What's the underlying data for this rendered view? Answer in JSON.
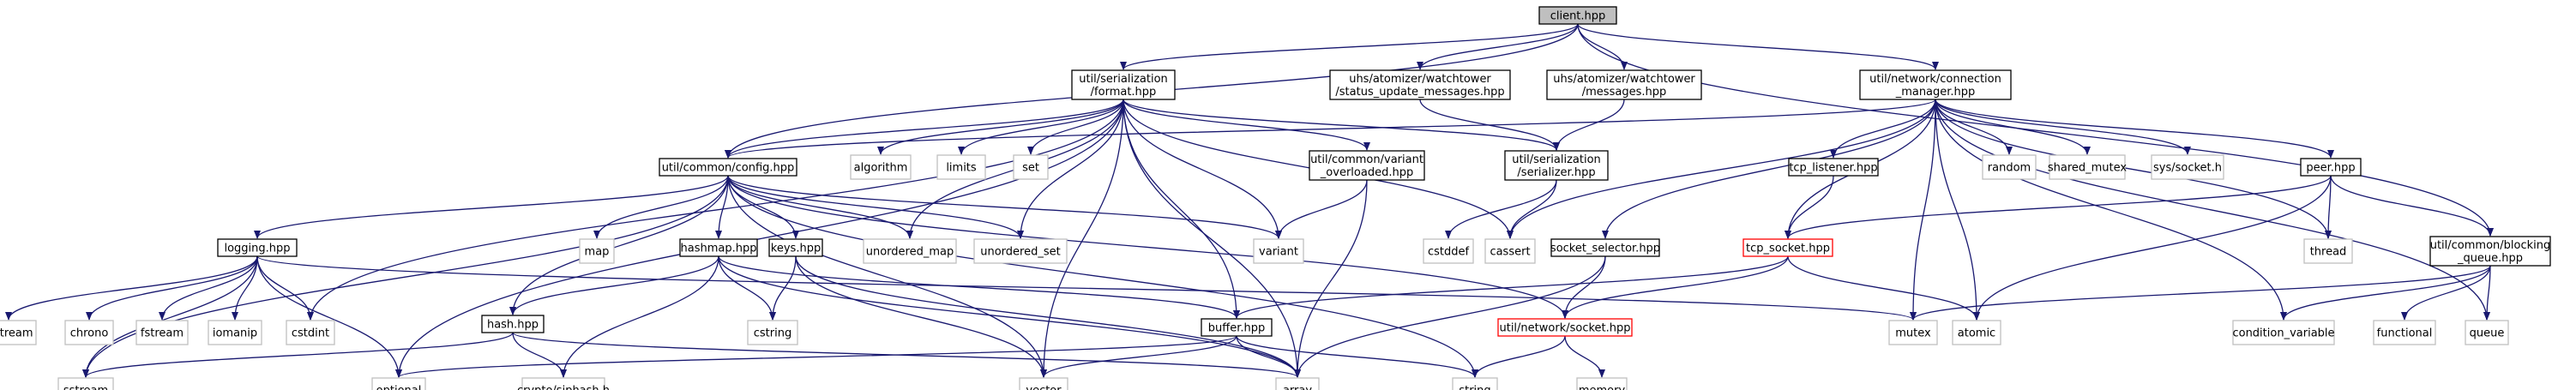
{
  "diagram": {
    "nodes": [
      {
        "id": "client",
        "lines": [
          "client.hpp"
        ],
        "style": "root"
      },
      {
        "id": "format",
        "lines": [
          "util/serialization",
          "/format.hpp"
        ],
        "style": "box"
      },
      {
        "id": "status",
        "lines": [
          "uhs/atomizer/watchtower",
          "/status_update_messages.hpp"
        ],
        "style": "box"
      },
      {
        "id": "messages",
        "lines": [
          "uhs/atomizer/watchtower",
          "/messages.hpp"
        ],
        "style": "box"
      },
      {
        "id": "connmgr",
        "lines": [
          "util/network/connection",
          "_manager.hpp"
        ],
        "style": "box"
      },
      {
        "id": "config",
        "lines": [
          "util/common/config.hpp"
        ],
        "style": "box"
      },
      {
        "id": "algorithm",
        "lines": [
          "algorithm"
        ],
        "style": "std"
      },
      {
        "id": "limits",
        "lines": [
          "limits"
        ],
        "style": "std"
      },
      {
        "id": "set",
        "lines": [
          "set"
        ],
        "style": "std"
      },
      {
        "id": "variant_ol",
        "lines": [
          "util/common/variant",
          "_overloaded.hpp"
        ],
        "style": "box"
      },
      {
        "id": "serializer",
        "lines": [
          "util/serialization",
          "/serializer.hpp"
        ],
        "style": "box"
      },
      {
        "id": "random",
        "lines": [
          "random"
        ],
        "style": "std"
      },
      {
        "id": "shared_mutex",
        "lines": [
          "shared_mutex"
        ],
        "style": "std"
      },
      {
        "id": "sys_socket",
        "lines": [
          "sys/socket.h"
        ],
        "style": "std"
      },
      {
        "id": "tcp_listener",
        "lines": [
          "tcp_listener.hpp"
        ],
        "style": "box"
      },
      {
        "id": "peer",
        "lines": [
          "peer.hpp"
        ],
        "style": "box"
      },
      {
        "id": "logging",
        "lines": [
          "logging.hpp"
        ],
        "style": "box"
      },
      {
        "id": "map",
        "lines": [
          "map"
        ],
        "style": "std"
      },
      {
        "id": "hashmap",
        "lines": [
          "hashmap.hpp"
        ],
        "style": "box"
      },
      {
        "id": "keys",
        "lines": [
          "keys.hpp"
        ],
        "style": "box"
      },
      {
        "id": "unordered_map",
        "lines": [
          "unordered_map"
        ],
        "style": "std"
      },
      {
        "id": "unordered_set",
        "lines": [
          "unordered_set"
        ],
        "style": "std"
      },
      {
        "id": "variant",
        "lines": [
          "variant"
        ],
        "style": "std"
      },
      {
        "id": "cstddef",
        "lines": [
          "cstddef"
        ],
        "style": "std"
      },
      {
        "id": "cassert",
        "lines": [
          "cassert"
        ],
        "style": "std"
      },
      {
        "id": "socket_selector",
        "lines": [
          "socket_selector.hpp"
        ],
        "style": "box"
      },
      {
        "id": "tcp_socket",
        "lines": [
          "tcp_socket.hpp"
        ],
        "style": "red"
      },
      {
        "id": "thread",
        "lines": [
          "thread"
        ],
        "style": "std"
      },
      {
        "id": "blocking_queue",
        "lines": [
          "util/common/blocking",
          "_queue.hpp"
        ],
        "style": "box"
      },
      {
        "id": "iostream",
        "lines": [
          "iostream"
        ],
        "style": "std"
      },
      {
        "id": "chrono",
        "lines": [
          "chrono"
        ],
        "style": "std"
      },
      {
        "id": "fstream",
        "lines": [
          "fstream"
        ],
        "style": "std"
      },
      {
        "id": "iomanip",
        "lines": [
          "iomanip"
        ],
        "style": "std"
      },
      {
        "id": "cstdint",
        "lines": [
          "cstdint"
        ],
        "style": "std"
      },
      {
        "id": "hash",
        "lines": [
          "hash.hpp"
        ],
        "style": "box"
      },
      {
        "id": "cstring",
        "lines": [
          "cstring"
        ],
        "style": "std"
      },
      {
        "id": "buffer",
        "lines": [
          "buffer.hpp"
        ],
        "style": "box"
      },
      {
        "id": "socket",
        "lines": [
          "util/network/socket.hpp"
        ],
        "style": "red"
      },
      {
        "id": "mutex",
        "lines": [
          "mutex"
        ],
        "style": "std"
      },
      {
        "id": "atomic",
        "lines": [
          "atomic"
        ],
        "style": "std"
      },
      {
        "id": "condition_variable",
        "lines": [
          "condition_variable"
        ],
        "style": "std"
      },
      {
        "id": "functional",
        "lines": [
          "functional"
        ],
        "style": "std"
      },
      {
        "id": "queue",
        "lines": [
          "queue"
        ],
        "style": "std"
      },
      {
        "id": "sstream",
        "lines": [
          "sstream"
        ],
        "style": "std"
      },
      {
        "id": "optional",
        "lines": [
          "optional"
        ],
        "style": "std"
      },
      {
        "id": "siphash",
        "lines": [
          "crypto/siphash.h"
        ],
        "style": "std"
      },
      {
        "id": "vector",
        "lines": [
          "vector"
        ],
        "style": "std"
      },
      {
        "id": "array",
        "lines": [
          "array"
        ],
        "style": "std"
      },
      {
        "id": "string",
        "lines": [
          "string"
        ],
        "style": "std"
      },
      {
        "id": "memory",
        "lines": [
          "memory"
        ],
        "style": "std"
      }
    ],
    "edges": [
      [
        "client",
        "format"
      ],
      [
        "client",
        "status"
      ],
      [
        "client",
        "messages"
      ],
      [
        "client",
        "connmgr"
      ],
      [
        "client",
        "config"
      ],
      [
        "client",
        "blocking_queue"
      ],
      [
        "format",
        "config"
      ],
      [
        "format",
        "algorithm"
      ],
      [
        "format",
        "limits"
      ],
      [
        "format",
        "set"
      ],
      [
        "format",
        "variant_ol"
      ],
      [
        "format",
        "serializer"
      ],
      [
        "format",
        "cstdint"
      ],
      [
        "format",
        "optional"
      ],
      [
        "format",
        "unordered_map"
      ],
      [
        "format",
        "unordered_set"
      ],
      [
        "format",
        "variant"
      ],
      [
        "format",
        "buffer"
      ],
      [
        "format",
        "vector"
      ],
      [
        "format",
        "array"
      ],
      [
        "format",
        "cassert"
      ],
      [
        "status",
        "serializer"
      ],
      [
        "messages",
        "serializer"
      ],
      [
        "connmgr",
        "config"
      ],
      [
        "connmgr",
        "random"
      ],
      [
        "connmgr",
        "shared_mutex"
      ],
      [
        "connmgr",
        "sys_socket"
      ],
      [
        "connmgr",
        "tcp_listener"
      ],
      [
        "connmgr",
        "peer"
      ],
      [
        "connmgr",
        "thread"
      ],
      [
        "connmgr",
        "condition_variable"
      ],
      [
        "connmgr",
        "queue"
      ],
      [
        "connmgr",
        "socket_selector"
      ],
      [
        "connmgr",
        "tcp_socket"
      ],
      [
        "connmgr",
        "mutex"
      ],
      [
        "connmgr",
        "atomic"
      ],
      [
        "connmgr",
        "cassert"
      ],
      [
        "config",
        "logging"
      ],
      [
        "config",
        "map"
      ],
      [
        "config",
        "hashmap"
      ],
      [
        "config",
        "keys"
      ],
      [
        "config",
        "unordered_map"
      ],
      [
        "config",
        "unordered_set"
      ],
      [
        "config",
        "variant"
      ],
      [
        "config",
        "hash"
      ],
      [
        "config",
        "sstream"
      ],
      [
        "config",
        "vector"
      ],
      [
        "config",
        "string"
      ],
      [
        "config",
        "socket"
      ],
      [
        "variant_ol",
        "variant"
      ],
      [
        "variant_ol",
        "array"
      ],
      [
        "serializer",
        "cstddef"
      ],
      [
        "serializer",
        "cassert"
      ],
      [
        "tcp_listener",
        "tcp_socket"
      ],
      [
        "peer",
        "tcp_socket"
      ],
      [
        "peer",
        "thread"
      ],
      [
        "peer",
        "blocking_queue"
      ],
      [
        "peer",
        "atomic"
      ],
      [
        "logging",
        "iostream"
      ],
      [
        "logging",
        "chrono"
      ],
      [
        "logging",
        "fstream"
      ],
      [
        "logging",
        "iomanip"
      ],
      [
        "logging",
        "cstdint"
      ],
      [
        "logging",
        "optional"
      ],
      [
        "logging",
        "sstream"
      ],
      [
        "logging",
        "mutex"
      ],
      [
        "hashmap",
        "hash"
      ],
      [
        "hashmap",
        "cstring"
      ],
      [
        "hashmap",
        "siphash"
      ],
      [
        "hashmap",
        "buffer"
      ],
      [
        "hashmap",
        "array"
      ],
      [
        "keys",
        "cstring"
      ],
      [
        "keys",
        "vector"
      ],
      [
        "keys",
        "array"
      ],
      [
        "socket_selector",
        "socket"
      ],
      [
        "socket_selector",
        "array"
      ],
      [
        "tcp_socket",
        "socket"
      ],
      [
        "tcp_socket",
        "buffer"
      ],
      [
        "tcp_socket",
        "atomic"
      ],
      [
        "blocking_queue",
        "mutex"
      ],
      [
        "blocking_queue",
        "condition_variable"
      ],
      [
        "blocking_queue",
        "functional"
      ],
      [
        "blocking_queue",
        "queue"
      ],
      [
        "hash",
        "siphash"
      ],
      [
        "hash",
        "array"
      ],
      [
        "hash",
        "sstream"
      ],
      [
        "buffer",
        "optional"
      ],
      [
        "buffer",
        "vector"
      ],
      [
        "buffer",
        "array"
      ],
      [
        "buffer",
        "string"
      ],
      [
        "socket",
        "string"
      ],
      [
        "socket",
        "memory"
      ]
    ]
  }
}
